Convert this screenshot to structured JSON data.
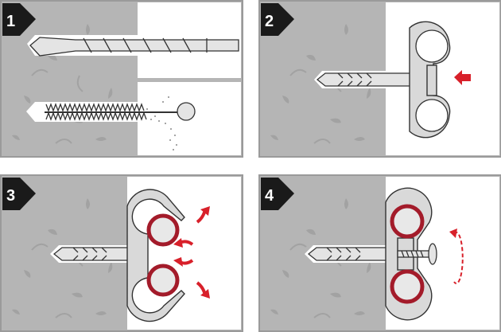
{
  "steps": [
    {
      "number": "1"
    },
    {
      "number": "2"
    },
    {
      "number": "3"
    },
    {
      "number": "4"
    }
  ],
  "colors": {
    "wall": "#b5b5b5",
    "pipe": "#a31b2a",
    "arrow": "#d8202a",
    "badge": "#1a1a1a"
  }
}
